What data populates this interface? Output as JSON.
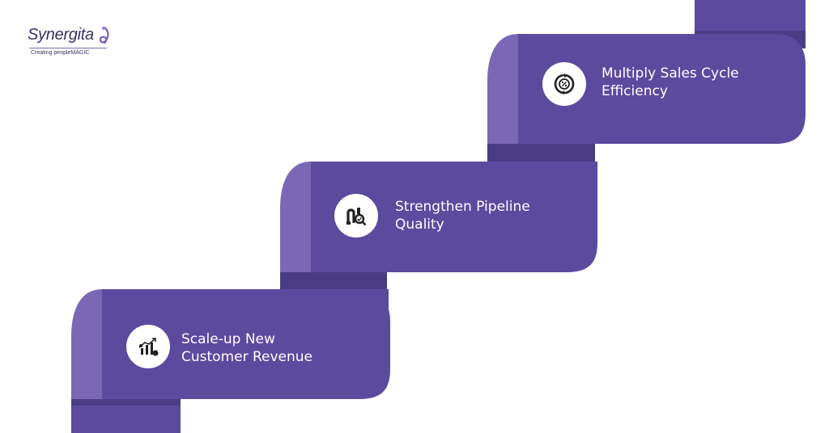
{
  "brand": {
    "name": "Synergita",
    "tagline": "Creating peopleMAGIC",
    "accent_color": "#5a4a9e"
  },
  "steps": [
    {
      "line1": "Scale-up New",
      "line2": "Customer Revenue",
      "icon": "revenue-growth-icon"
    },
    {
      "line1": "Strengthen Pipeline",
      "line2": "Quality",
      "icon": "pipeline-inspect-icon"
    },
    {
      "line1": "Multiply Sales Cycle",
      "line2": "Efficiency",
      "icon": "cycle-efficiency-icon"
    }
  ]
}
